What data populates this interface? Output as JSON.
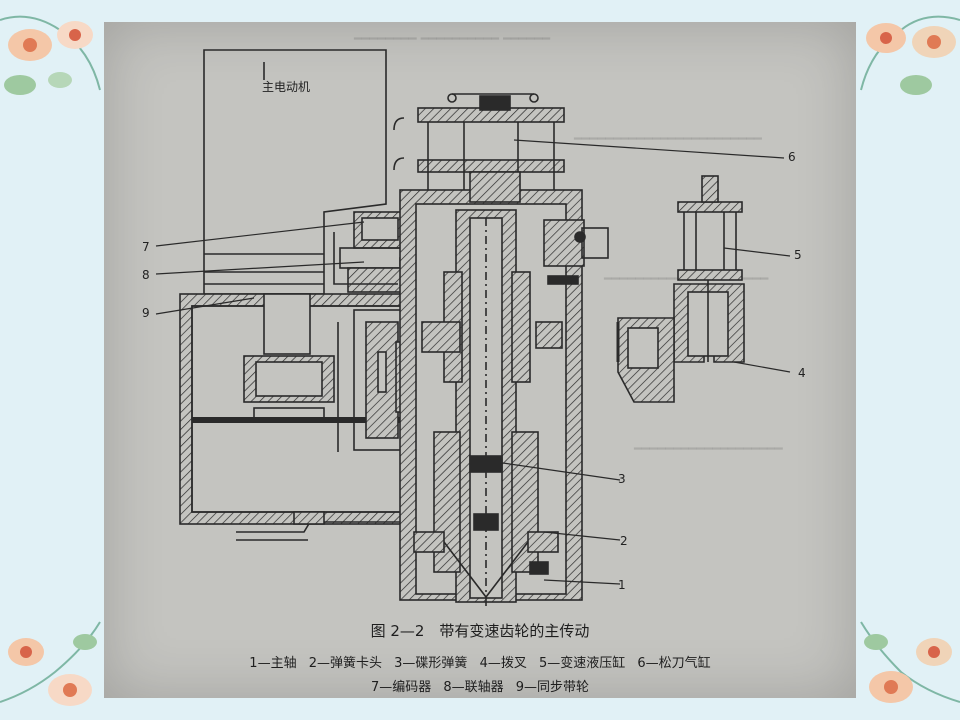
{
  "figure": {
    "motor_label": "主电动机",
    "callouts": [
      "1",
      "2",
      "3",
      "4",
      "5",
      "6",
      "7",
      "8",
      "9"
    ],
    "caption": "图 2—2　带有变速齿轮的主传动",
    "legend_row1": [
      "1—主轴",
      "2—弹簧卡头",
      "3—碟形弹簧",
      "4—拨叉",
      "5—变速液压缸",
      "6—松刀气缸"
    ],
    "legend_row2": [
      "7—编码器",
      "8—联轴器",
      "9—同步带轮"
    ]
  },
  "colors": {
    "background": "#e1f1f6",
    "photo": "#c4c4c0",
    "ink": "#2a2a2a"
  },
  "decorations": [
    "flower-icon",
    "flower-icon",
    "flower-icon",
    "flower-icon"
  ]
}
